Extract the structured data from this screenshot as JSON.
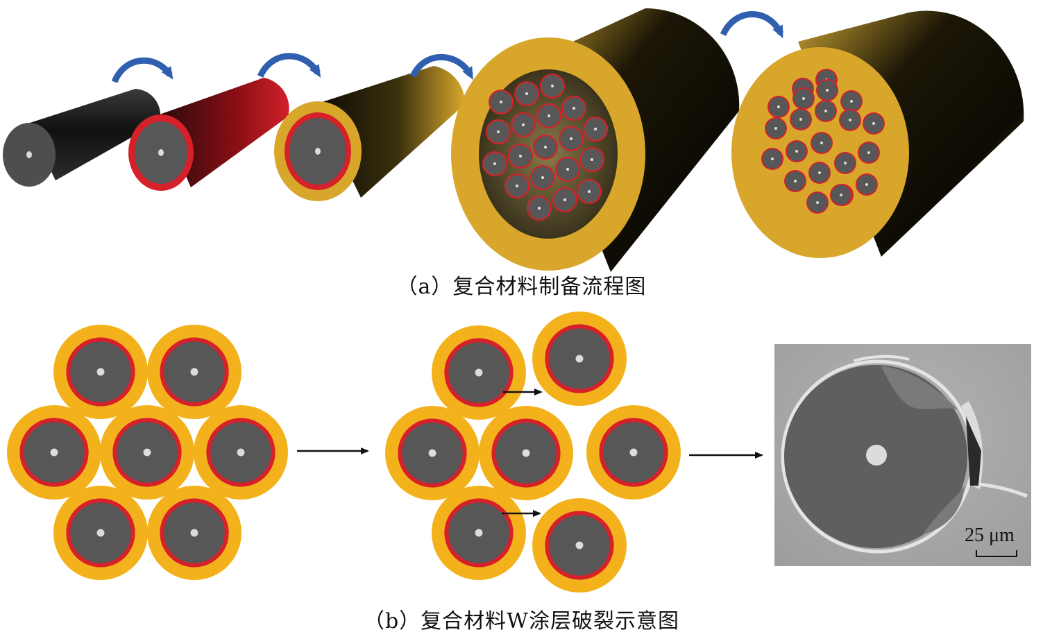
{
  "captions": {
    "a": "（a）复合材料制备流程图",
    "b": "（b）复合材料W涂层破裂示意图"
  },
  "scale_bar": {
    "label": "25 μm"
  },
  "colors": {
    "core": "#575757",
    "tungsten_center": "#dcdcdc",
    "coating": "#d6202a",
    "matrix": "#f3b21b",
    "matrix_3d": "#d8a62a",
    "arrow_blue": "#2f5fae",
    "black_arrow": "#111111",
    "sem_background": "#a9a9a9",
    "sem_fiber": "#5f5f5f"
  },
  "icons": {
    "process_arrow": "curved-arrow-icon",
    "flow_arrow": "right-arrow-icon"
  }
}
